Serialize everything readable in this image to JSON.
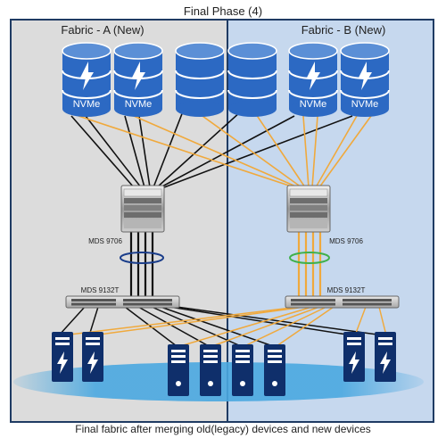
{
  "title": "Final Phase (4)",
  "caption": "Final fabric after merging old(legacy) devices and new devices",
  "fabric_a": {
    "label": "Fabric - A (New)"
  },
  "fabric_b": {
    "label": "Fabric - B (New)"
  },
  "storage": {
    "nvme_label": "NVMe",
    "units": [
      {
        "id": "storage-a1",
        "type": "nvme"
      },
      {
        "id": "storage-a2",
        "type": "nvme"
      },
      {
        "id": "storage-legacy-1",
        "type": "legacy"
      },
      {
        "id": "storage-legacy-2",
        "type": "legacy"
      },
      {
        "id": "storage-b1",
        "type": "nvme"
      },
      {
        "id": "storage-b2",
        "type": "nvme"
      }
    ]
  },
  "switches": {
    "director_a": "MDS 9706",
    "director_b": "MDS 9706",
    "edge_a": "MDS 9132T",
    "edge_b": "MDS 9132T"
  },
  "colors": {
    "fabric_a_bg": "#dcdcdc",
    "fabric_b_bg": "#c6d8ee",
    "fabric_border": "#1f3b63",
    "nvme_blue": "#2c69c3",
    "link_black": "#111111",
    "link_orange": "#f0a93c",
    "portchannel_a": "#1a3d8a",
    "portchannel_b": "#3fb04a",
    "floor_blue": "#4aa8e0"
  }
}
